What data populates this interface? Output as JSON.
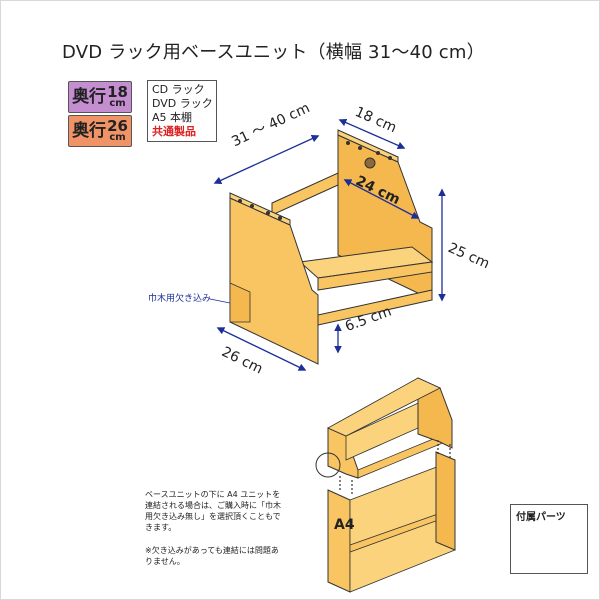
{
  "title": "DVD ラック用ベースユニット（横幅 31〜40 cm）",
  "badges": [
    {
      "kanji": "奥行",
      "number": "18",
      "unit": "cm",
      "color": "#c48ed0"
    },
    {
      "kanji": "奥行",
      "number": "26",
      "unit": "cm",
      "color": "#f09468"
    }
  ],
  "usage_list": [
    "CD ラック",
    "DVD ラック",
    "A5 本棚",
    "共通製品"
  ],
  "dimensions": {
    "width": "31 ～ 40 cm",
    "depth_top": "18 cm",
    "inner_depth": "24 cm",
    "height": "25 cm",
    "leg_height": "6.5 cm",
    "depth_bottom": "26 cm"
  },
  "cutout_label": "巾木用欠き込み",
  "assembly_label": "A4",
  "notes": {
    "main": [
      "ベースユニットの下に A4 ユニットを",
      "連結される場合は、ご購入時に「巾木",
      "用欠き込み無し」を選択頂くこともで",
      "きます。"
    ],
    "sub": [
      "※欠き込みがあっても連結には問題あ",
      "りません。"
    ]
  },
  "parts": {
    "title": "付属パーツ"
  },
  "colors": {
    "wood_front": "#f9c562",
    "wood_side": "#f5b84e",
    "wood_top": "#fbd37c",
    "line": "#333333",
    "arrow": "#1d2f96",
    "badge_purple": "#c48ed0",
    "badge_orange": "#f09468"
  }
}
